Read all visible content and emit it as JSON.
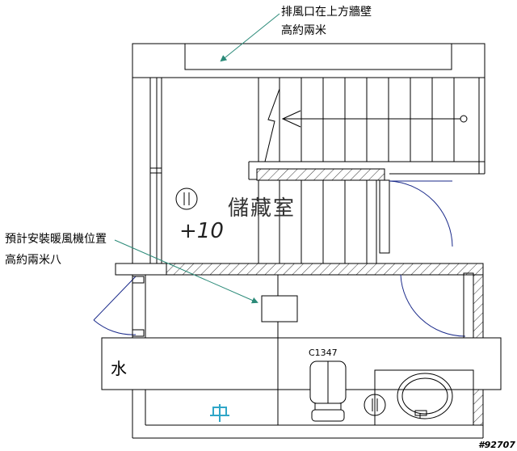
{
  "annotations": {
    "vent_line1": "排風口在上方牆壁",
    "vent_line2": "高約兩米",
    "heater_line1": "預計安裝暖風機位置",
    "heater_line2": "高約兩米八"
  },
  "room": {
    "name": "儲藏室",
    "level": "+10"
  },
  "labels": {
    "water": "水",
    "appliance_model": "C1347",
    "drawing_number": "#92707"
  },
  "colors": {
    "line": "#000000",
    "annotation_leader": "#2a8a78",
    "faucet": "#2fa6c8",
    "door_swing": "#1a2a8a"
  }
}
